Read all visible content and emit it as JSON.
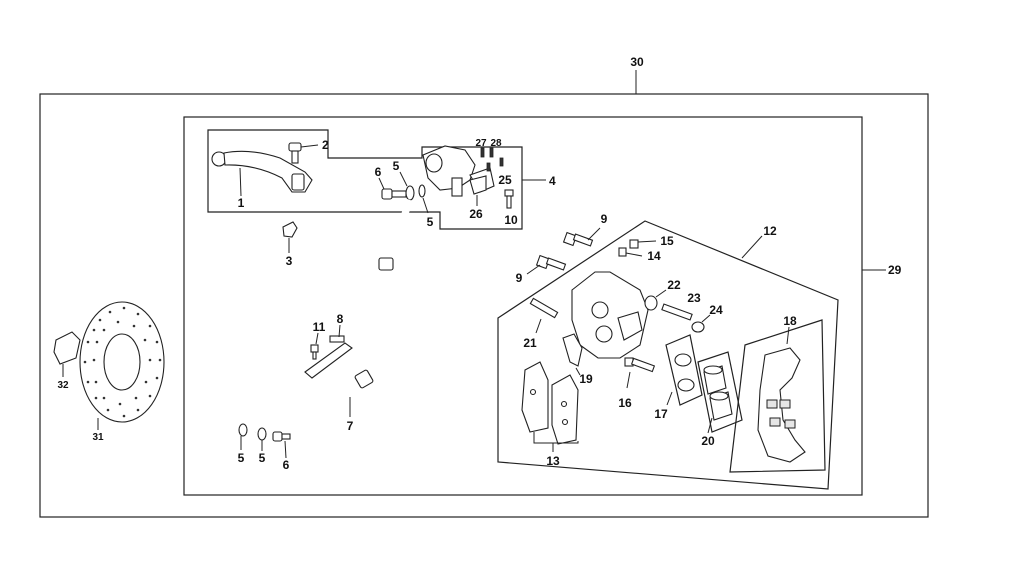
{
  "callouts": {
    "c1": "1",
    "c2": "2",
    "c3": "3",
    "c4": "4",
    "c5a": "5",
    "c5b": "5",
    "c5c": "5",
    "c5d": "5",
    "c6a": "6",
    "c6b": "6",
    "c7": "7",
    "c8": "8",
    "c9a": "9",
    "c9b": "9",
    "c10": "10",
    "c11": "11",
    "c12": "12",
    "c13": "13",
    "c14": "14",
    "c15": "15",
    "c16": "16",
    "c17": "17",
    "c18": "18",
    "c19": "19",
    "c20": "20",
    "c21": "21",
    "c22": "22",
    "c23": "23",
    "c24": "24",
    "c25": "25",
    "c26": "26",
    "c27": "27",
    "c28": "28",
    "c29": "29",
    "c30": "30",
    "c31": "31",
    "c32": "32"
  }
}
